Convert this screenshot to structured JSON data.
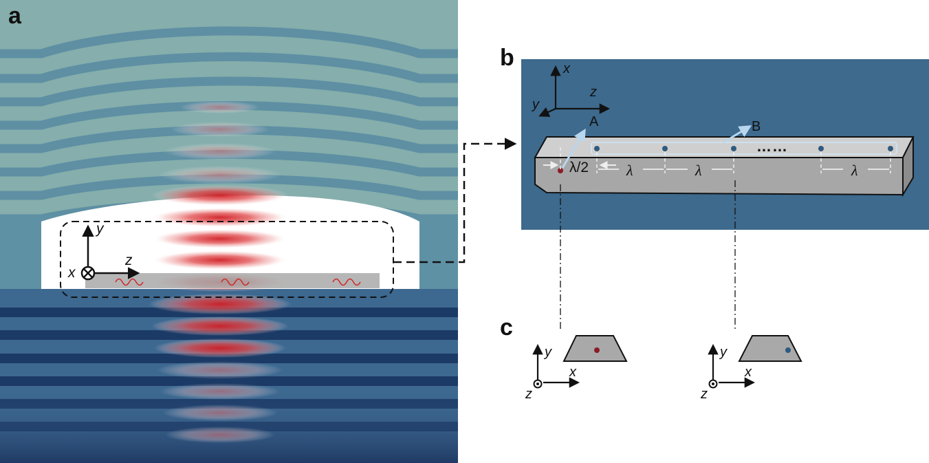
{
  "panels": {
    "a": {
      "letter": "a",
      "axes": {
        "y": "y",
        "z": "z",
        "x": "x"
      }
    },
    "b": {
      "letter": "b",
      "axes": {
        "x": "x",
        "z": "z",
        "y": "y"
      },
      "points": {
        "A": "A",
        "B": "B"
      },
      "spacing": {
        "half": "λ/2",
        "lambda": "λ"
      },
      "ellipsis": "……"
    },
    "c": {
      "letter": "c",
      "cross_sections": [
        {
          "axes": {
            "y": "y",
            "x": "x",
            "z": "z"
          },
          "emitter_color": "#8a1c28"
        },
        {
          "axes": {
            "y": "y",
            "x": "x",
            "z": "z"
          },
          "emitter_color": "#2e5a7e"
        }
      ]
    }
  },
  "colors": {
    "top_mirror_light": "#85aeac",
    "top_mirror_dark": "#5e8fa3",
    "bottom_mirror_light": "#3d6890",
    "bottom_mirror_dark": "#1c3a66",
    "panel_b_bg": "#3d6a8d",
    "waveguide": "#a9a9a9",
    "field": "#e03a3a"
  }
}
